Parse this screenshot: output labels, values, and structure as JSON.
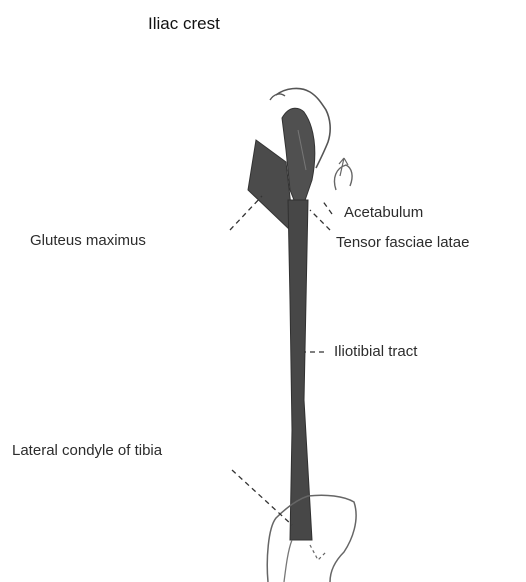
{
  "figure": {
    "title": "Iliac crest",
    "labels": {
      "acetabulum": "Acetabulum",
      "gluteus_maximus": "Gluteus maximus",
      "tensor_fasciae_latae": "Tensor fasciae latae",
      "iliotibial_tract": "Iliotibial tract",
      "lateral_condyle_of_tibia": "Lateral condyle of tibia"
    }
  }
}
